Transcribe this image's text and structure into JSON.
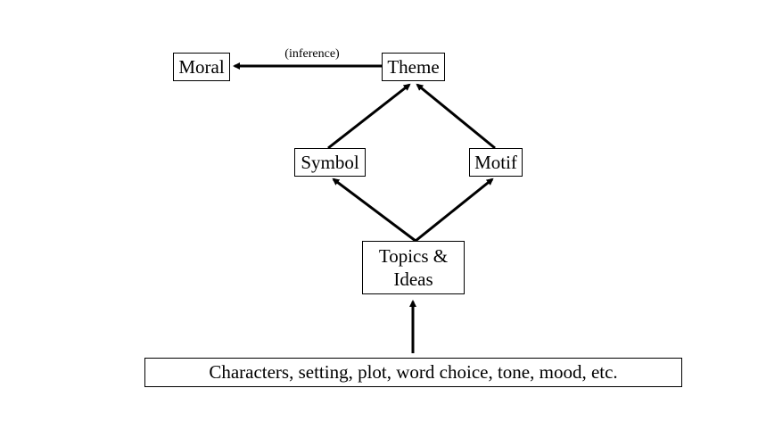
{
  "diagram": {
    "nodes": {
      "moral": "Moral",
      "theme": "Theme",
      "symbol": "Symbol",
      "motif": "Motif",
      "topics_line1": "Topics &",
      "topics_line2": "Ideas",
      "base": "Characters, setting, plot, word choice, tone, mood, etc."
    },
    "edge_labels": {
      "theme_to_moral": "(inference)"
    },
    "edges": [
      {
        "from": "base",
        "to": "topics"
      },
      {
        "from": "topics",
        "to": "symbol"
      },
      {
        "from": "topics",
        "to": "motif"
      },
      {
        "from": "symbol",
        "to": "theme"
      },
      {
        "from": "motif",
        "to": "theme"
      },
      {
        "from": "theme",
        "to": "moral",
        "label": "(inference)"
      }
    ],
    "colors": {
      "line": "#000000",
      "background": "#ffffff"
    }
  }
}
